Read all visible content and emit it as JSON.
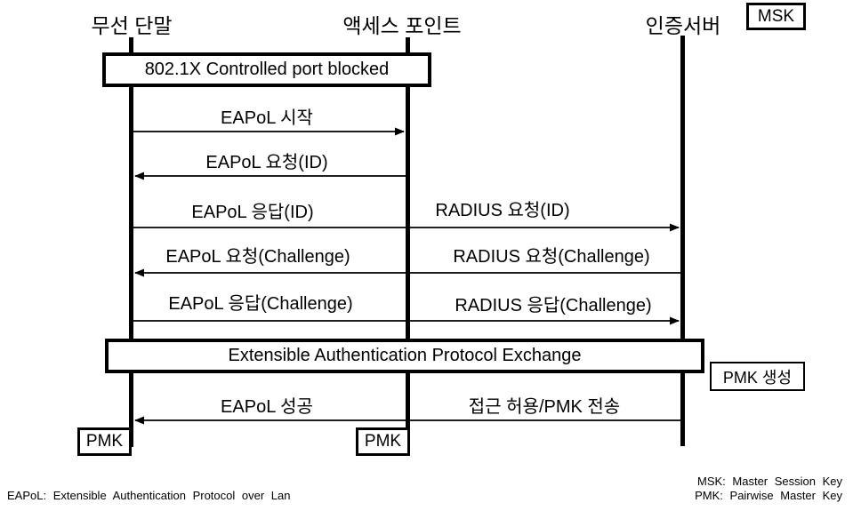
{
  "actors": {
    "client": "무선 단말",
    "ap": "액세스 포인트",
    "server": "인증서버"
  },
  "keys": {
    "msk": "MSK",
    "pmk_generated": "PMK 생성",
    "pmk_client": "PMK",
    "pmk_ap": "PMK"
  },
  "phases": {
    "port_blocked": "802.1X Controlled port blocked",
    "eap_exchange": "Extensible Authentication Protocol Exchange"
  },
  "messages": {
    "eapol_start": "EAPoL 시작",
    "eapol_request_id": "EAPoL 요청(ID)",
    "eapol_response_id": "EAPoL 응답(ID)",
    "radius_request_id": "RADIUS 요청(ID)",
    "eapol_request_challenge": "EAPoL 요청(Challenge)",
    "radius_request_challenge": "RADIUS 요청(Challenge)",
    "eapol_response_challenge": "EAPoL 응답(Challenge)",
    "radius_response_challenge": "RADIUS 응답(Challenge)",
    "eapol_success": "EAPoL 성공",
    "access_allow_pmk_transfer": "접근 허용/PMK 전송"
  },
  "footnotes": {
    "eapol": "EAPoL: Extensible Authentication Protocol over Lan",
    "msk": "MSK: Master Session Key",
    "pmk": "PMK: Pairwise Master Key"
  }
}
